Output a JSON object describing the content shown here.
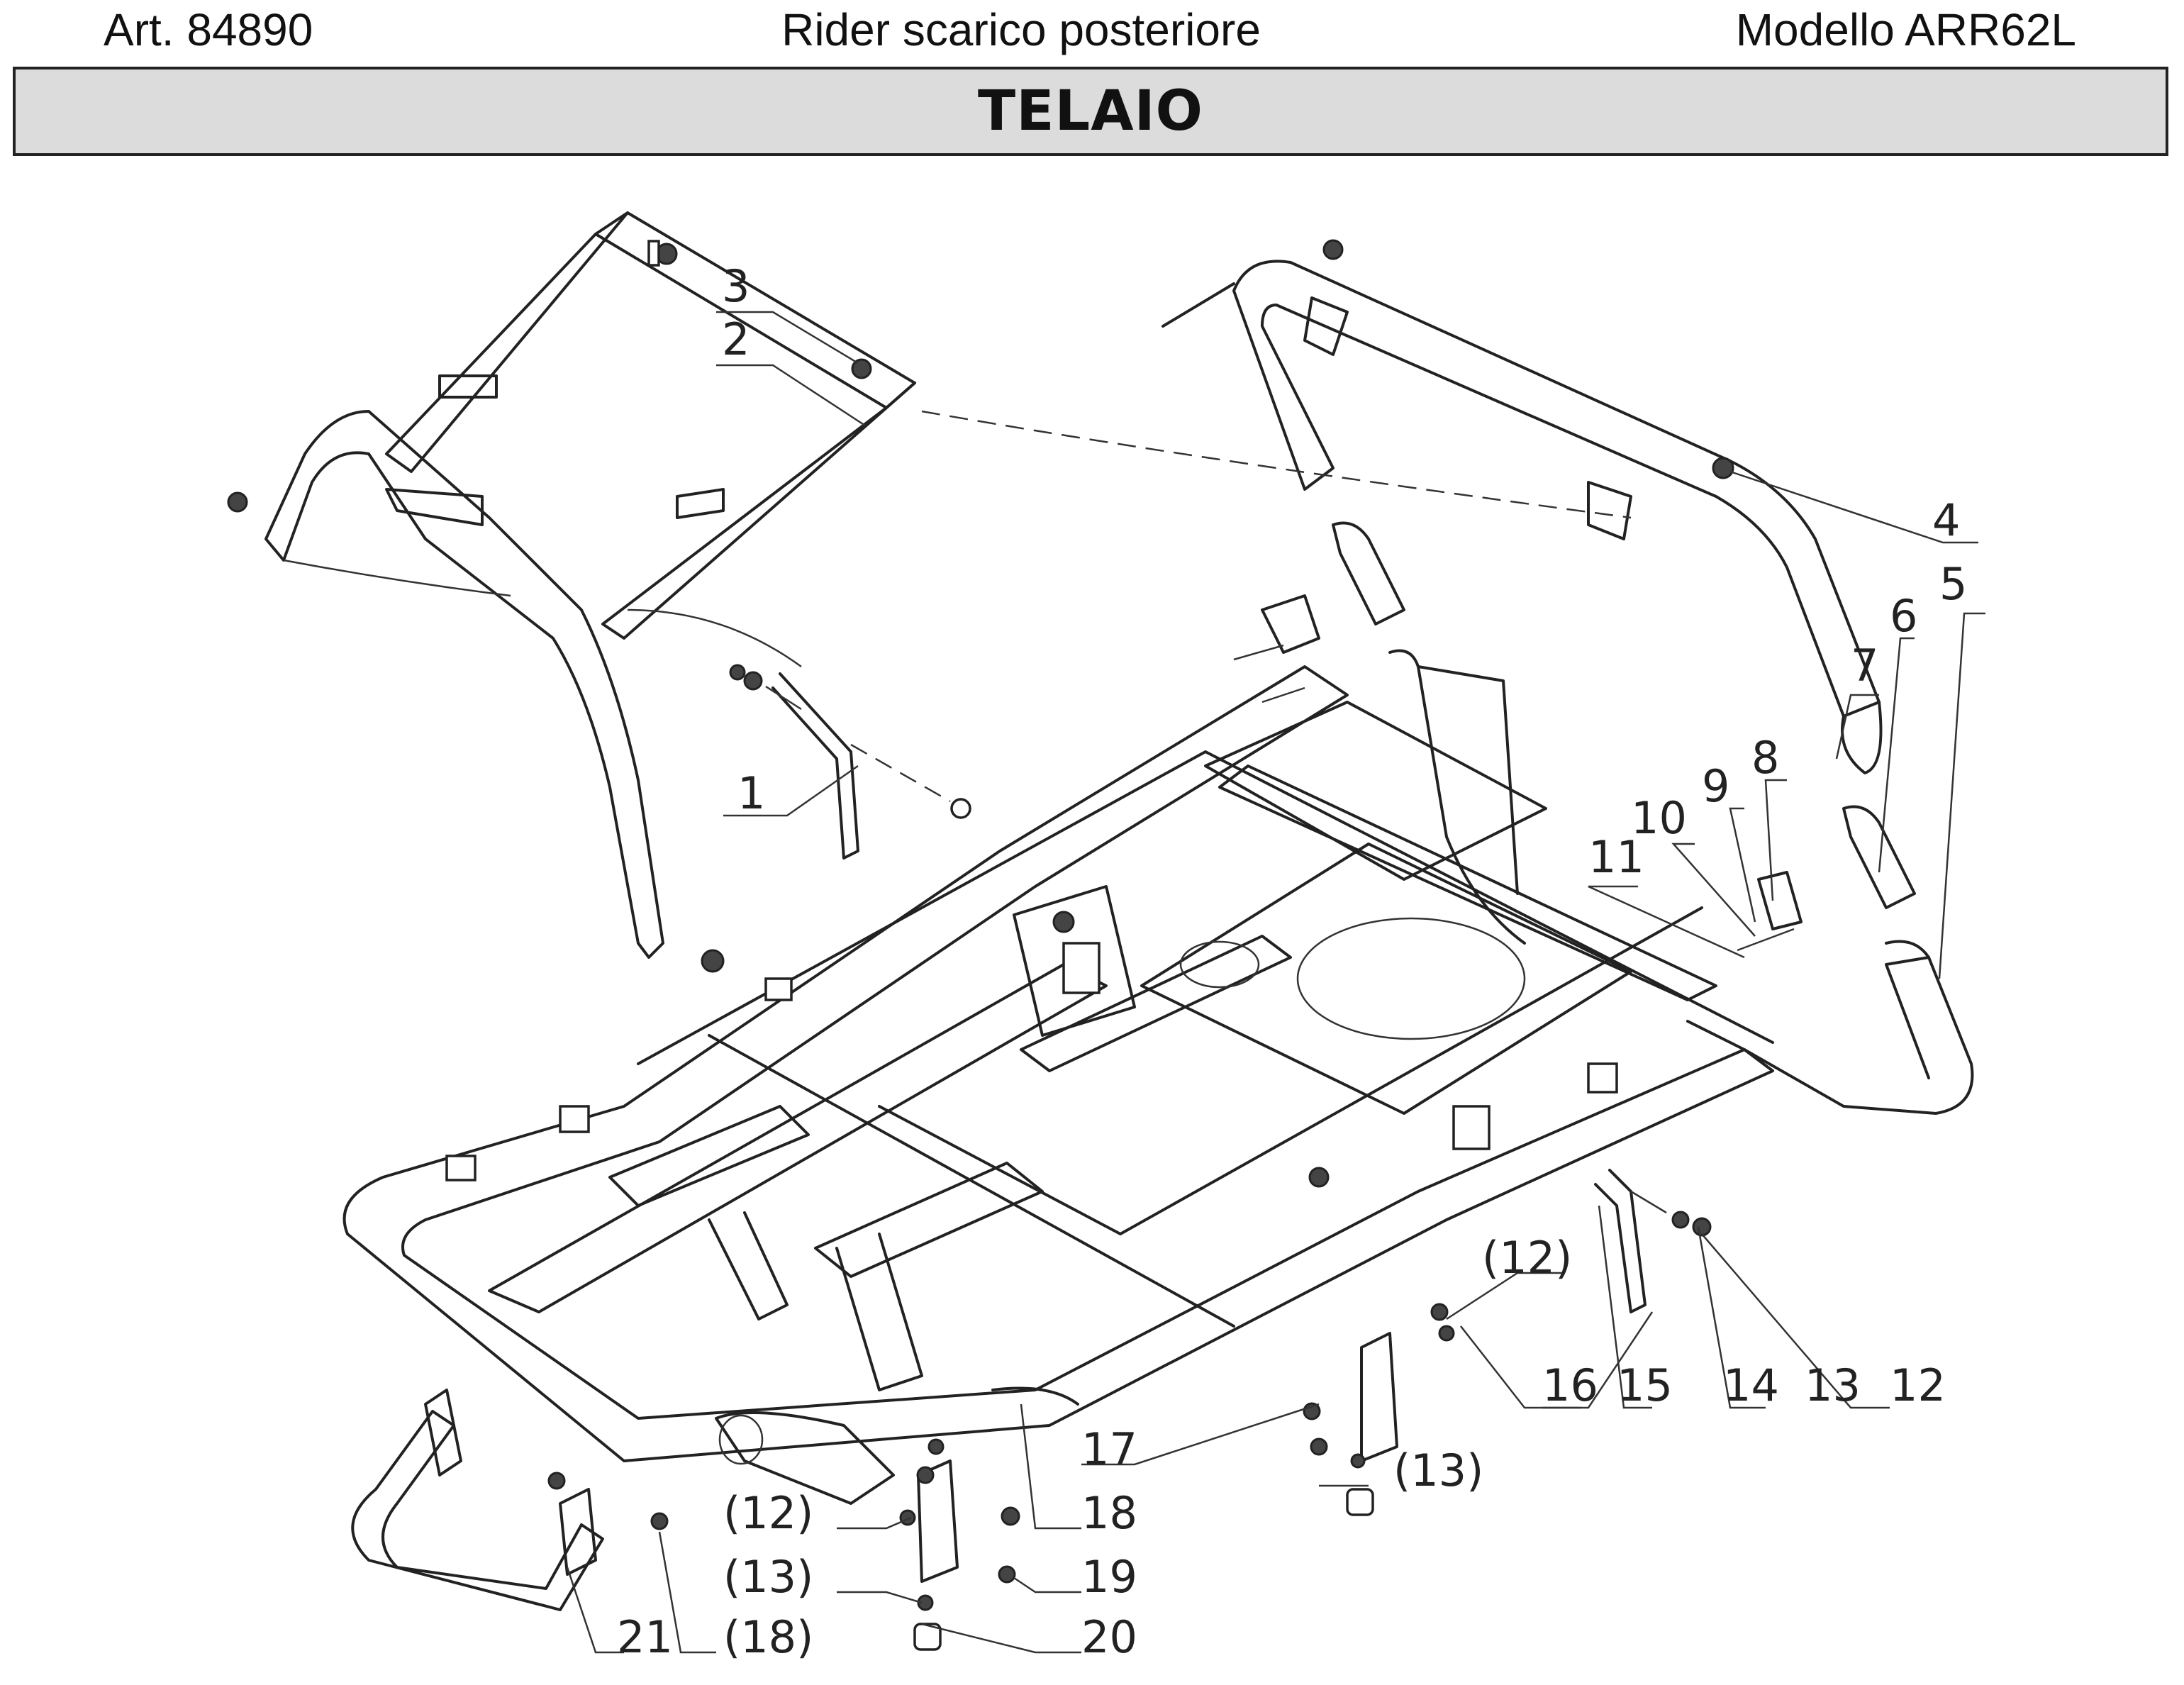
{
  "header": {
    "article": "Art. 84890",
    "description": "Rider scarico posteriore",
    "model": "Modello ARR62L",
    "title": "TELAIO"
  },
  "callouts": {
    "c1": "1",
    "c2": "2",
    "c3": "3",
    "c4": "4",
    "c5": "5",
    "c6": "6",
    "c7": "7",
    "c8": "8",
    "c9": "9",
    "c10": "10",
    "c11": "11",
    "c12": "12",
    "c13": "13",
    "c14": "14",
    "c15": "15",
    "c16": "16",
    "c17": "17",
    "c18": "18",
    "c19": "19",
    "c20": "20",
    "c21": "21",
    "p12a": "(12)",
    "p12b": "(12)",
    "p13a": "(13)",
    "p13b": "(13)",
    "p18": "(18)"
  }
}
